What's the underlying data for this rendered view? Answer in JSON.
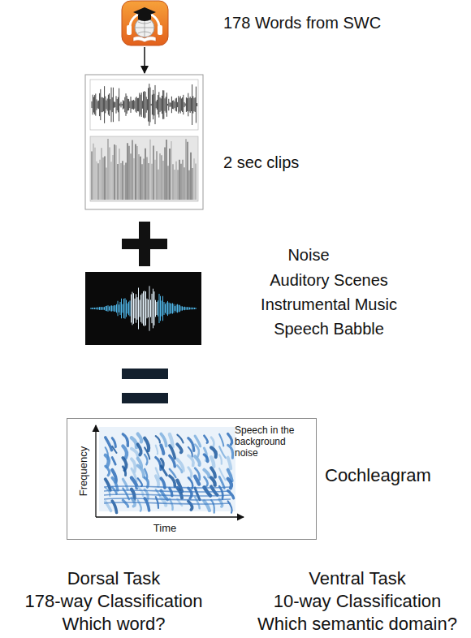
{
  "diagram": {
    "nodes": [
      {
        "text": [
          "Speech in the background noise",
          "Frequency",
          "Time"
        ]
      }
    ],
    "labels": [
      "178 Words from SWC",
      "2 sec clips",
      "Noise",
      "Auditory Scenes",
      "Instrumental Music",
      "Speech Babble",
      "Cochleagram",
      "Dorsal Task",
      "178-way Classification",
      "Which word?",
      "Ventral Task",
      "10-way Classification",
      "Which semantic domain?"
    ]
  }
}
